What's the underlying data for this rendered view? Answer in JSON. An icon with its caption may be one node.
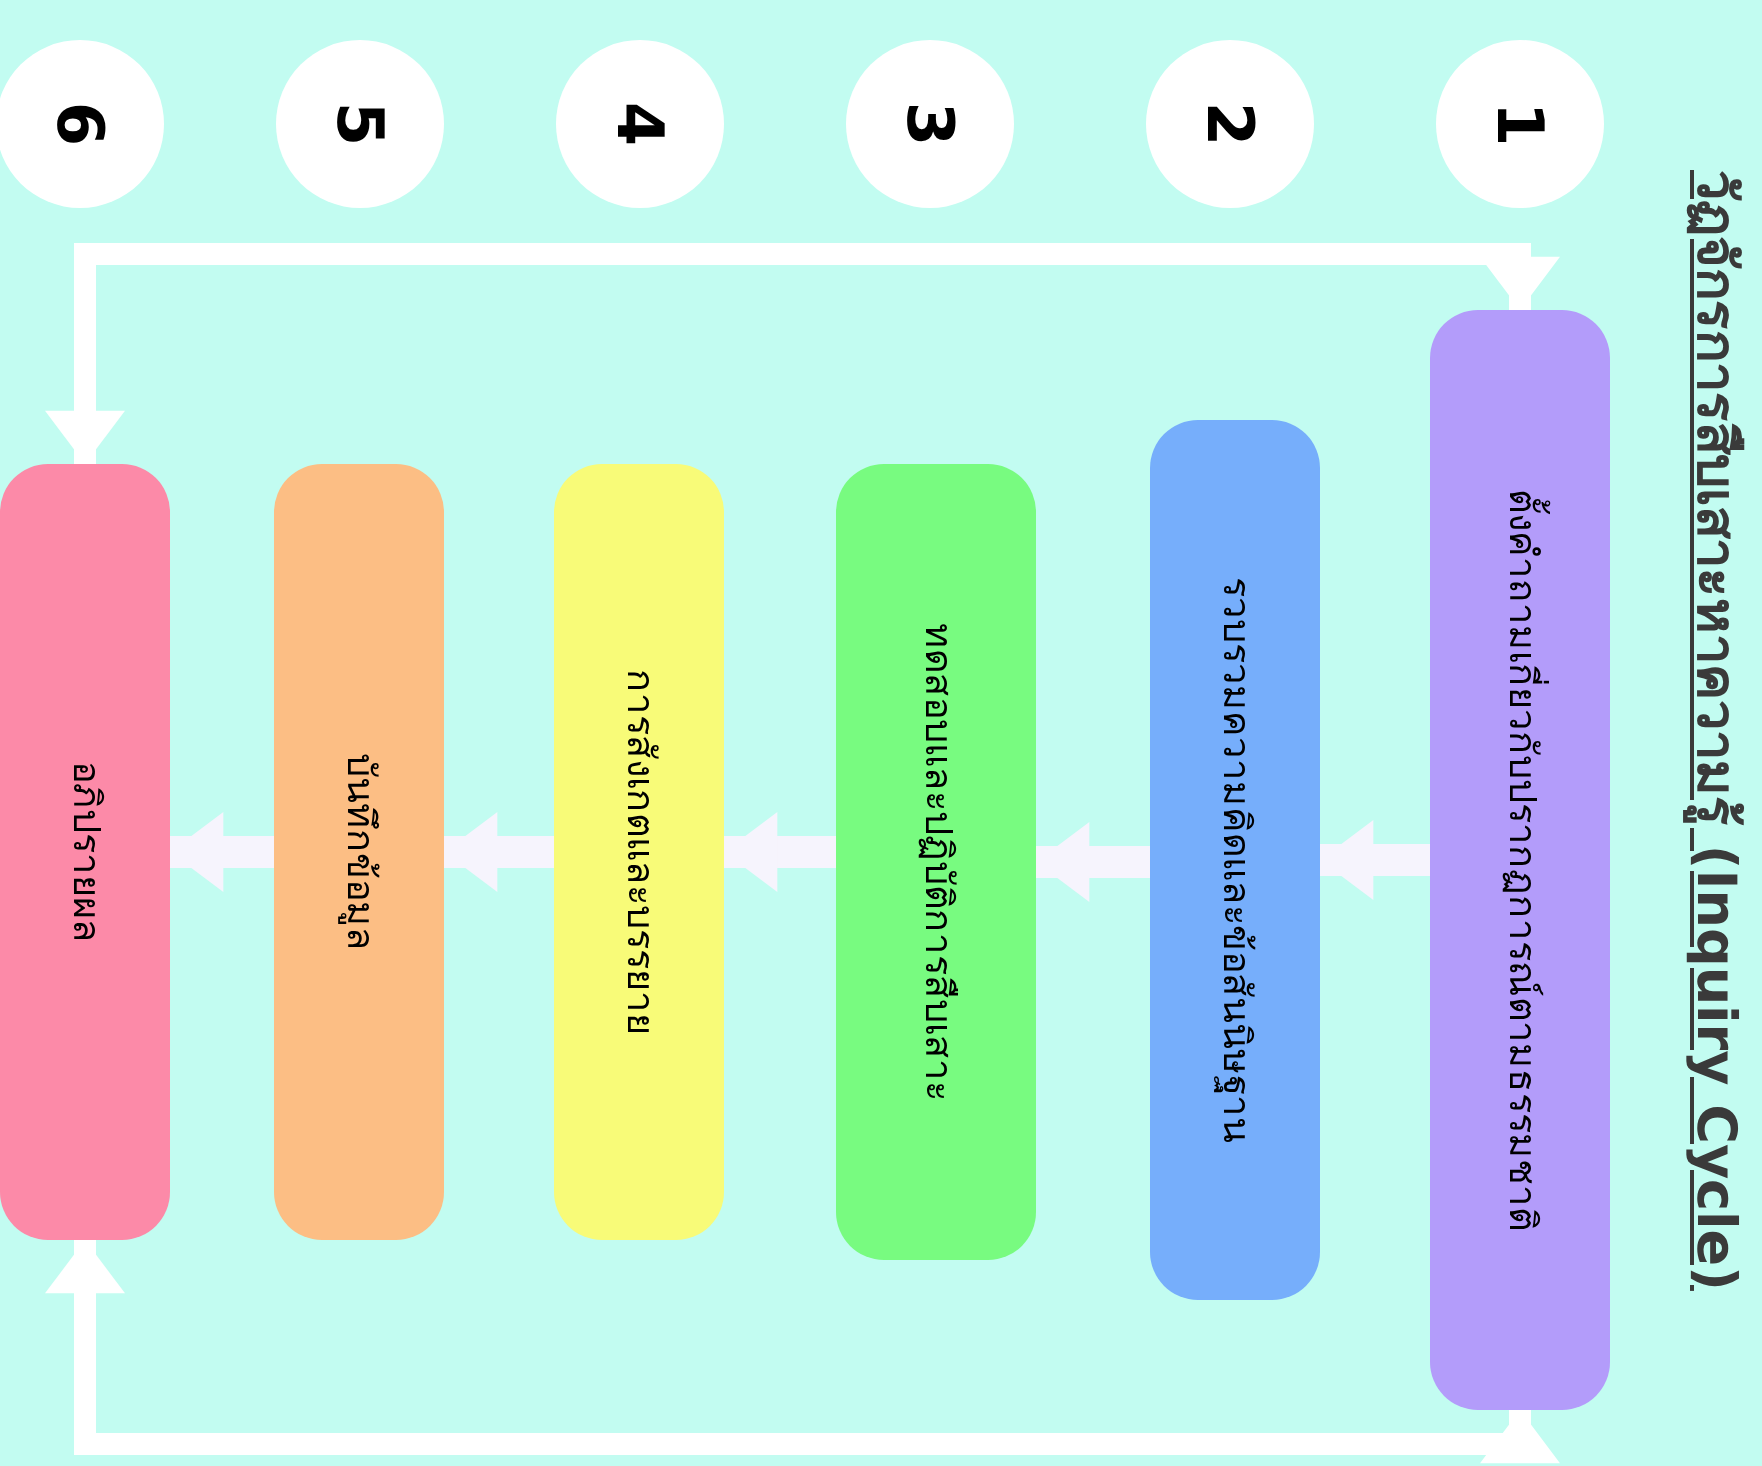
{
  "diagram": {
    "title": "วัฏจักรการสืบเสาะหาความรู้ (Inquiry Cycle)",
    "nodes": [
      {
        "text": [
          "1"
        ]
      },
      {
        "text": [
          "ตั้งคำถามเกี่ยวกับปรากฏการณ์ตามธรรมชาติ"
        ]
      },
      {
        "text": [
          "2"
        ]
      },
      {
        "text": [
          "รวบรวมความคิดและข้อสันนิษฐาน"
        ]
      },
      {
        "text": [
          "3"
        ]
      },
      {
        "text": [
          "ทดสอบและปฏิบัติการสืบเสาะ"
        ]
      },
      {
        "text": [
          "4"
        ]
      },
      {
        "text": [
          "การสังเกตและบรรยาย"
        ]
      },
      {
        "text": [
          "5"
        ]
      },
      {
        "text": [
          "บันทึกข้อมูล"
        ]
      },
      {
        "text": [
          "6"
        ]
      },
      {
        "text": [
          "อภิปรายผล"
        ]
      }
    ],
    "edges": [
      {
        "from": 1,
        "to": 3,
        "arrow": "to"
      },
      {
        "from": 3,
        "to": 5,
        "arrow": "to"
      },
      {
        "from": 5,
        "to": 7,
        "arrow": "to"
      },
      {
        "from": 7,
        "to": 9,
        "arrow": "to"
      },
      {
        "from": 9,
        "to": 11,
        "arrow": "to"
      },
      {
        "from": 1,
        "to": 11,
        "arrow": "both",
        "color": "#ffffff"
      },
      {
        "from": 1,
        "to": 11,
        "arrow": "both",
        "color": "#ffffff"
      }
    ]
  }
}
